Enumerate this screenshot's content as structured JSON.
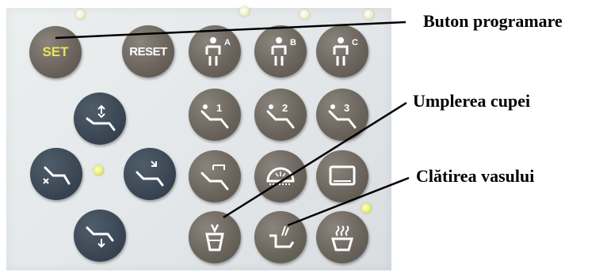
{
  "buttons": {
    "set": "SET",
    "reset": "RESET",
    "chair_a_badge": "A",
    "chair_b_badge": "B",
    "chair_c_badge": "C",
    "pos1_badge": "1",
    "pos2_badge": "2",
    "pos3_badge": "3"
  },
  "labels": {
    "programming": "Buton programare",
    "cup_fill": "Umplerea cupei",
    "bowl_rinse": "Clătirea vasului"
  }
}
